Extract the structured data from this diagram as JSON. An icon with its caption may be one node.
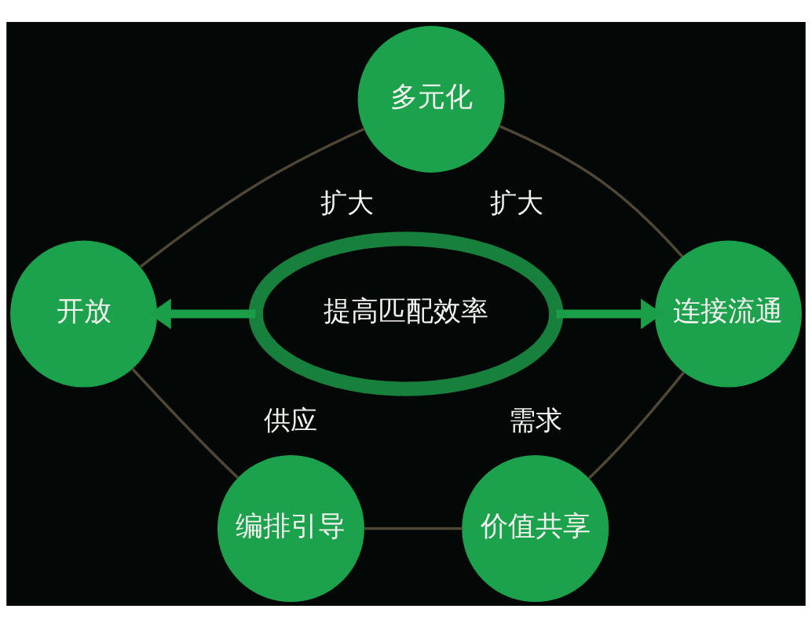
{
  "diagram": {
    "nodes": [
      {
        "text": [
          "多元化"
        ]
      },
      {
        "text": [
          "开放"
        ]
      },
      {
        "text": [
          "提高匹配效率"
        ]
      },
      {
        "text": [
          "连接流通"
        ]
      },
      {
        "text": [
          "编排引导"
        ]
      },
      {
        "text": [
          "价值共享"
        ]
      }
    ],
    "edges": [
      {
        "from": 0,
        "to": 3,
        "arrow": "none"
      },
      {
        "from": 3,
        "to": 5,
        "arrow": "none"
      },
      {
        "from": 5,
        "to": 4,
        "arrow": "none"
      },
      {
        "from": 4,
        "to": 1,
        "arrow": "none"
      },
      {
        "from": 1,
        "to": 0,
        "arrow": "none"
      },
      {
        "from": 2,
        "to": 1,
        "arrow": "to",
        "style": "thick",
        "color": "#1a9e48"
      },
      {
        "from": 2,
        "to": 3,
        "arrow": "to",
        "style": "thick",
        "color": "#1a9e48"
      }
    ],
    "labels": [
      "扩大",
      "扩大",
      "供应",
      "需求"
    ]
  }
}
